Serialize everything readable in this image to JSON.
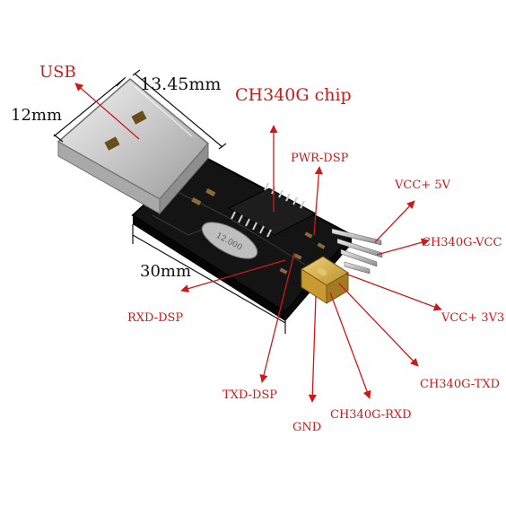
{
  "labels": {
    "usb": "USB",
    "width_12mm": "12mm",
    "length_13_45mm": "13.45mm",
    "length_30mm": "30mm",
    "chip": "CH340G chip",
    "pwr_dsp": "PWR-DSP",
    "vcc_5v": "VCC+ 5V",
    "ch340g_vcc": "CH340G-VCC",
    "vcc_3v3": "VCC+ 3V3",
    "ch340g_txd": "CH340G-TXD",
    "ch340g_rxd": "CH340G-RXD",
    "gnd": "GND",
    "txd_dsp": "TXD-DSP",
    "rxd_dsp": "RXD-DSP",
    "crystal": "12.000"
  },
  "colors": {
    "annotation_red": "#d01818",
    "dimension_black": "#111111",
    "pcb_black": "#141414",
    "usb_metal": "#d8d8d8",
    "jumper_gold": "#d8b24a"
  }
}
